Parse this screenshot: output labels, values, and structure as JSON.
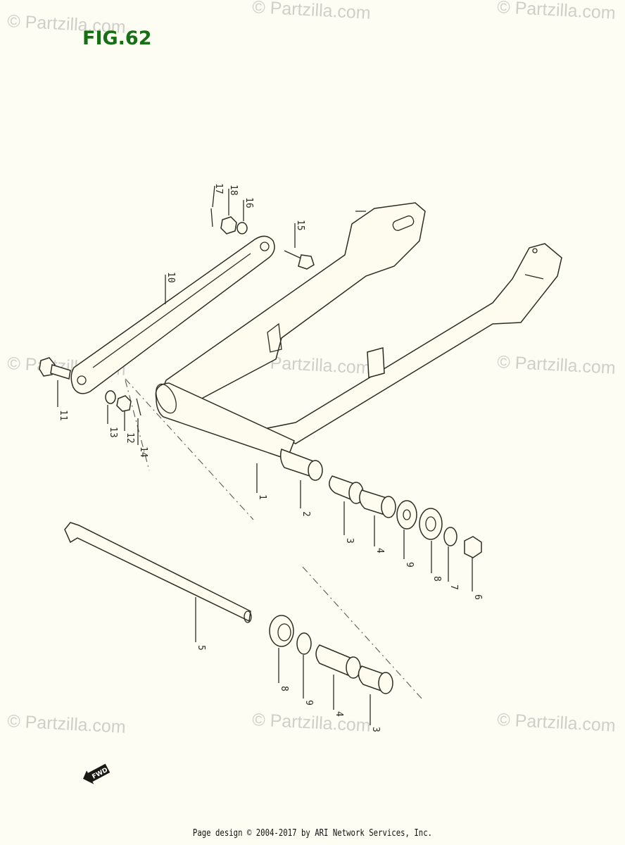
{
  "figure_label": "FIG.62",
  "watermark": "© Partzilla.com",
  "fwd_label": "FWD",
  "footer": "Page design © 2004-2017 by ARI Network Services, Inc.",
  "callouts": {
    "n17": "17",
    "n18": "18",
    "n16": "16",
    "n15": "15",
    "n10": "10",
    "n11": "11",
    "n13": "13",
    "n12": "12",
    "n14": "14",
    "n1": "1",
    "n2": "2",
    "n3a": "3",
    "n4a": "4",
    "n9a": "9",
    "n8a": "8",
    "n7": "7",
    "n6": "6",
    "n5": "5",
    "n8b": "8",
    "n9b": "9",
    "n4b": "4",
    "n3b": "3"
  }
}
